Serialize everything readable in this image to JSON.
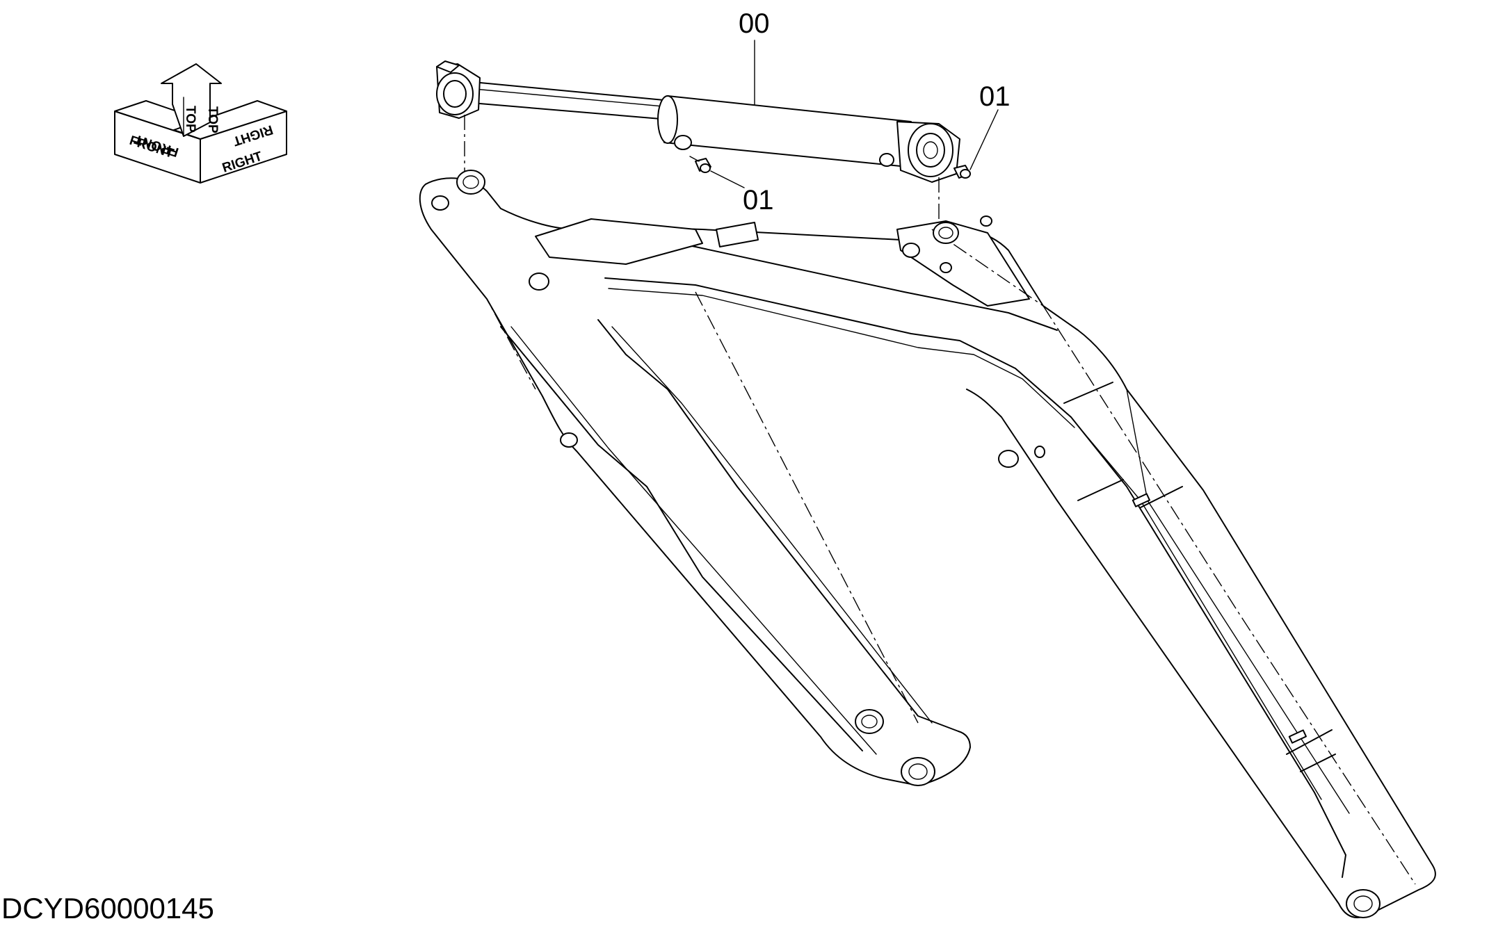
{
  "callouts": {
    "cylinder": "00",
    "fitting_right": "01",
    "fitting_left": "01"
  },
  "orientation": {
    "front_lower": "FRONT",
    "front_upper": "FRONT",
    "top_left": "TOP",
    "top_right": "TOP",
    "right_upper": "RIGHT",
    "right_lower": "RIGHT"
  },
  "drawing_id": "DCYD60000145"
}
